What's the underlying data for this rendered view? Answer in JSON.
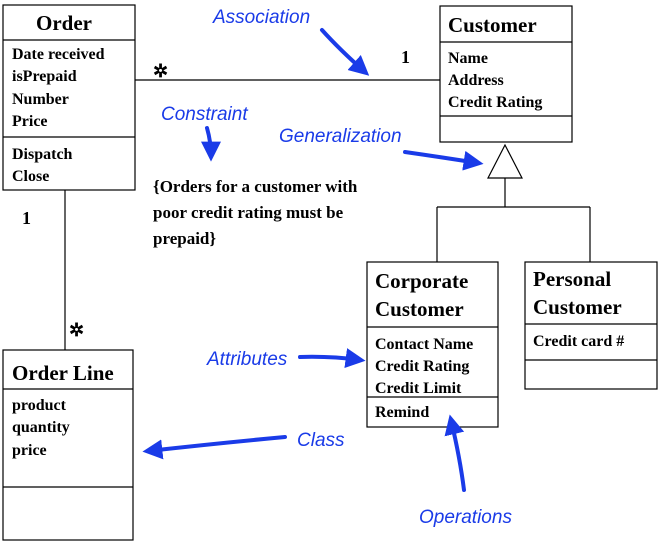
{
  "accent_color": "#1a3be8",
  "classes": {
    "order": {
      "name": "Order",
      "attributes": [
        "Date received",
        "isPrepaid",
        "Number",
        "Price"
      ],
      "operations": [
        "Dispatch",
        "Close"
      ]
    },
    "customer": {
      "name": "Customer",
      "attributes": [
        "Name",
        "Address",
        "Credit Rating"
      ],
      "operations": []
    },
    "corporate_customer": {
      "name_line1": "Corporate",
      "name_line2": "Customer",
      "attributes": [
        "Contact Name",
        "Credit Rating",
        "Credit Limit"
      ],
      "operations": [
        "Remind"
      ]
    },
    "personal_customer": {
      "name_line1": "Personal",
      "name_line2": "Customer",
      "attributes": [
        "Credit card #"
      ],
      "operations": []
    },
    "order_line": {
      "name": "Order Line",
      "attributes": [
        "product",
        "quantity",
        "price"
      ],
      "operations": []
    }
  },
  "multiplicities": {
    "order_customer_order_end": "✲",
    "order_customer_customer_end": "1",
    "order_orderline_order_end": "1",
    "order_orderline_line_end": "✲"
  },
  "constraint_lines": [
    "{Orders for a customer with",
    "poor credit rating must be",
    "prepaid}"
  ],
  "annotations": {
    "association": "Association",
    "constraint": "Constraint",
    "generalization": "Generalization",
    "attributes": "Attributes",
    "class": "Class",
    "operations": "Operations"
  }
}
